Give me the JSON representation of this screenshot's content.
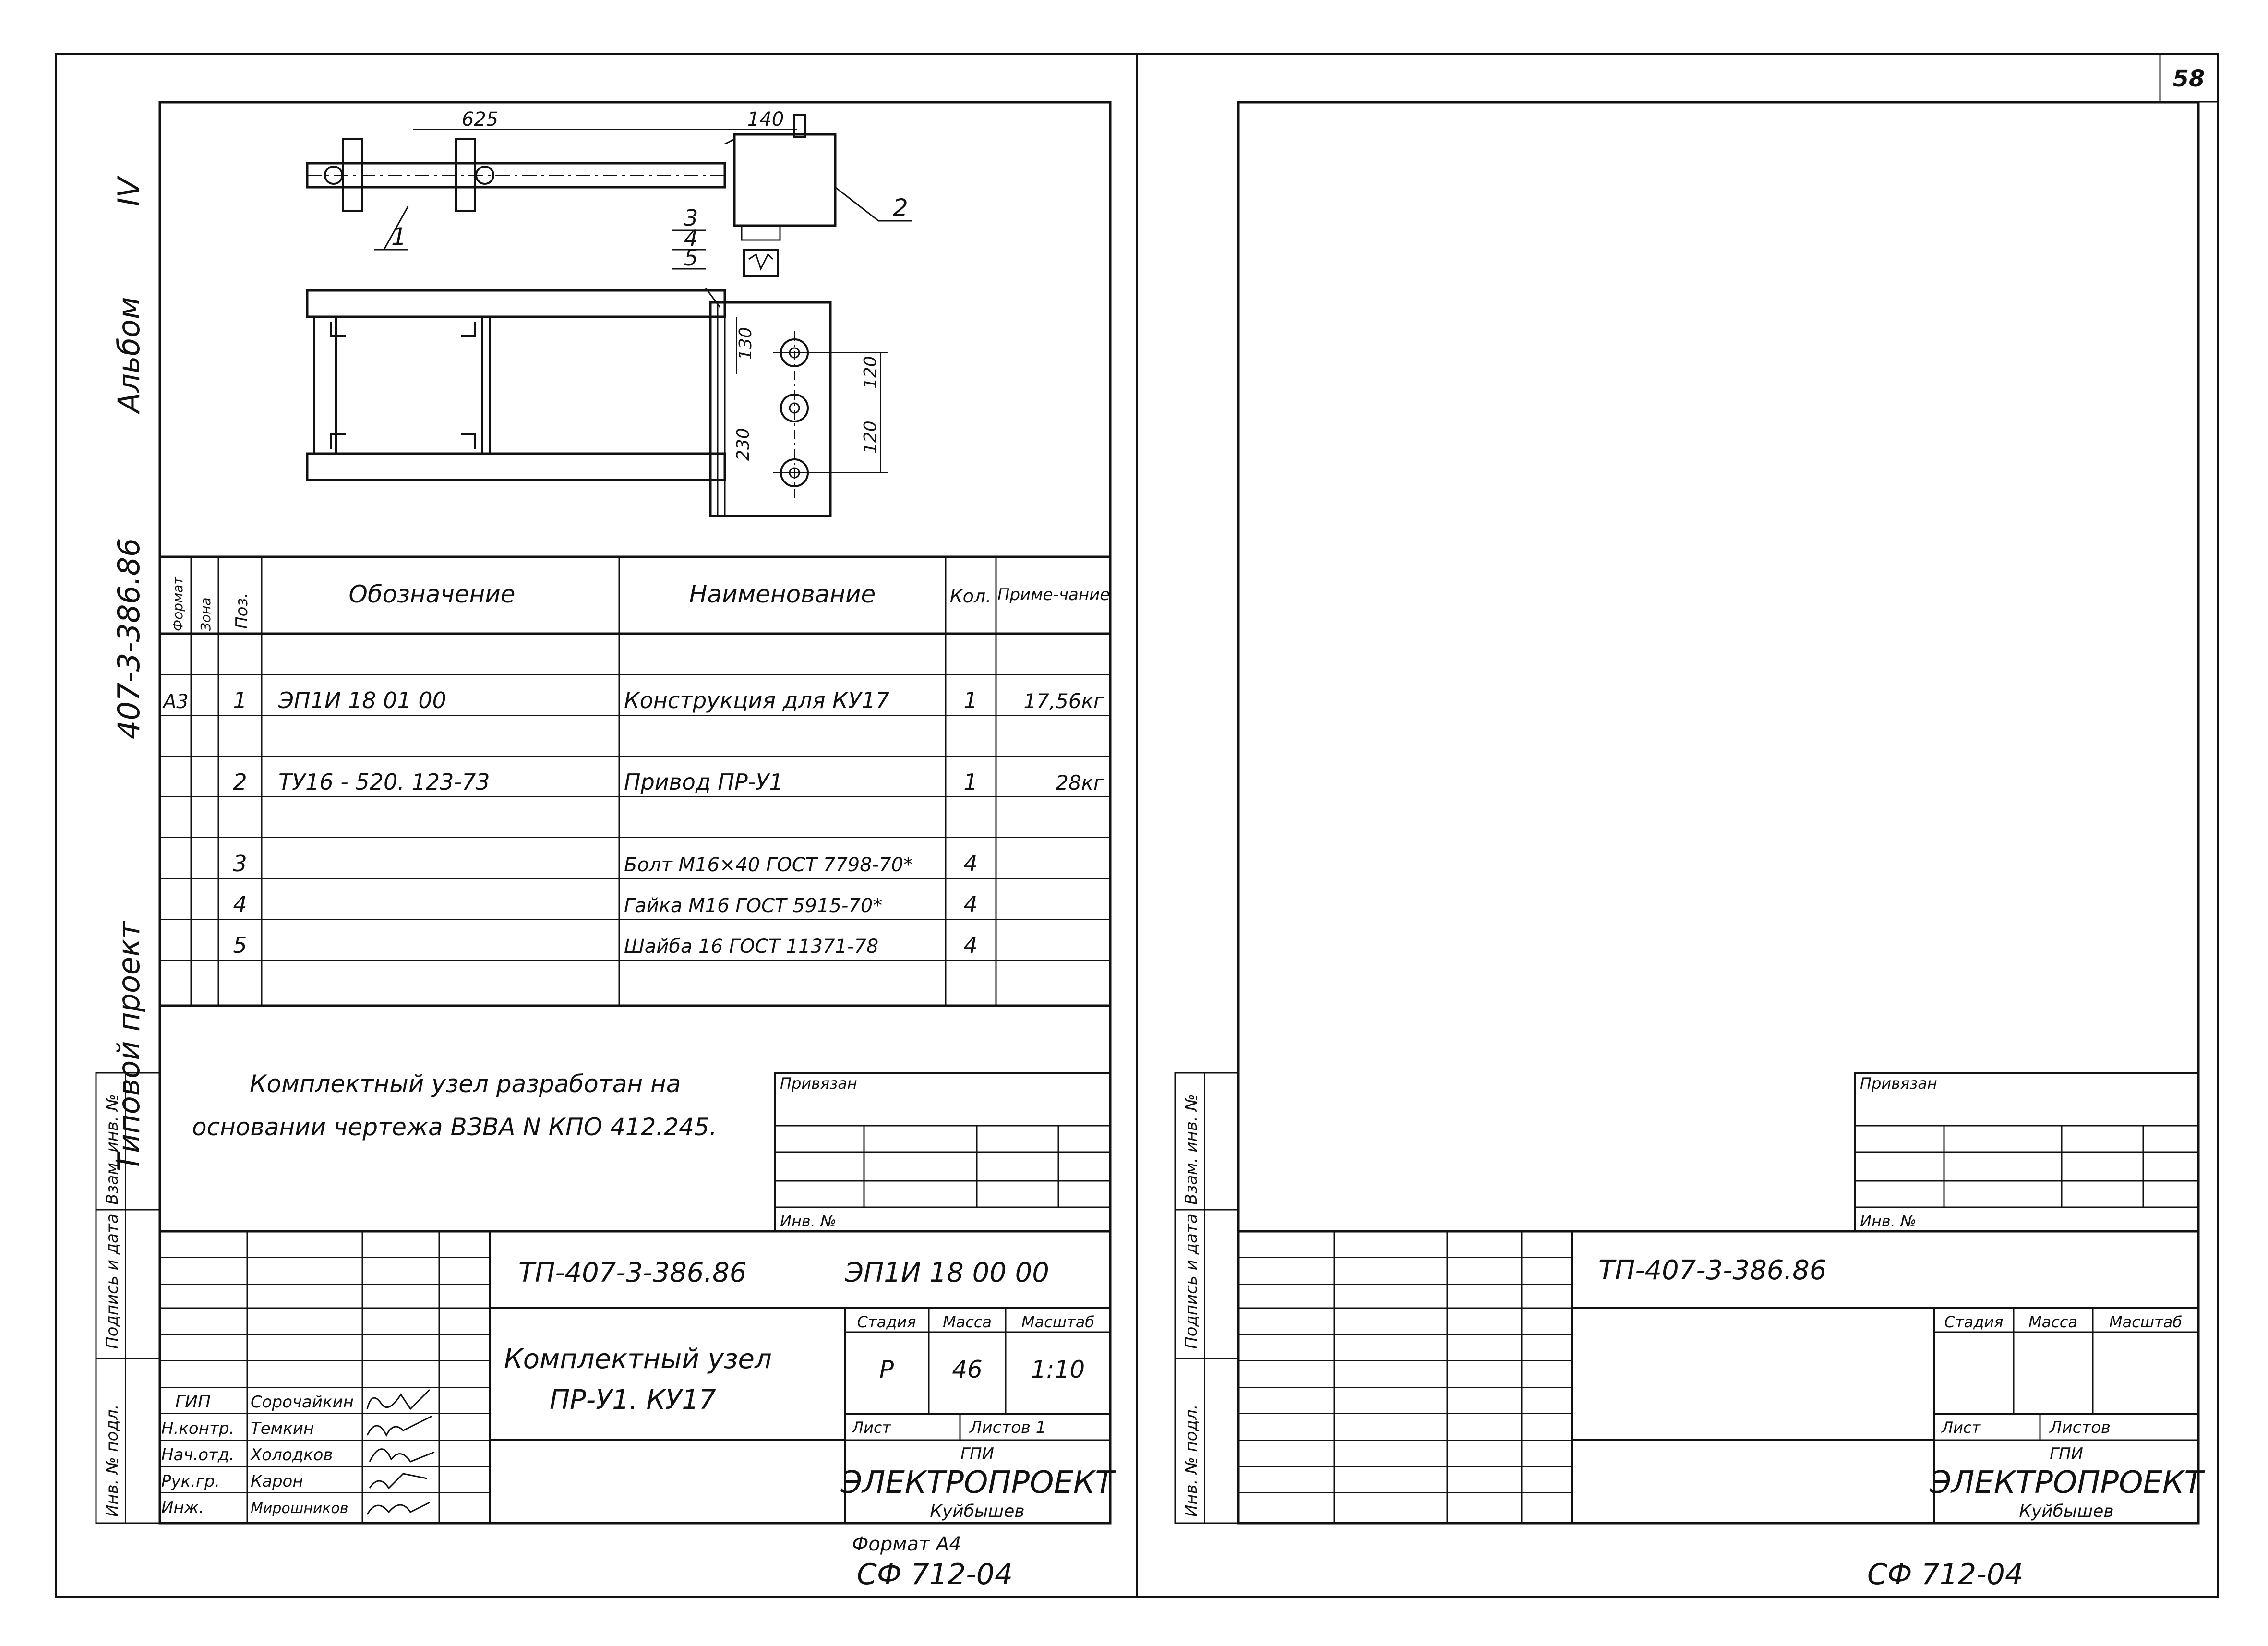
{
  "page_number": "58",
  "side_title": {
    "label": "Типовой проект",
    "code": "407-3-386.86",
    "album_label": "Альбом",
    "album_no": "IV"
  },
  "side_stamp": {
    "inv_vzam": "Взам. инв. №",
    "sign_date": "Подпись и дата",
    "inv_podl": "Инв. № подл."
  },
  "drawing": {
    "dim_625": "625",
    "dim_140": "140",
    "dim_130": "130",
    "dim_230": "230",
    "dim_120a": "120",
    "dim_120b": "120",
    "callout_1": "1",
    "callout_2": "2",
    "callout_3": "3",
    "callout_4": "4",
    "callout_5": "5"
  },
  "spec_table": {
    "headers": {
      "format": "Формат",
      "zone": "Зона",
      "pos": "Поз.",
      "designation": "Обозначение",
      "name": "Наименование",
      "qty": "Кол.",
      "note": "Приме-чание"
    },
    "rows": [
      {
        "format": "",
        "zone": "",
        "pos": "",
        "designation": "",
        "name": "",
        "qty": "",
        "note": ""
      },
      {
        "format": "А3",
        "zone": "",
        "pos": "1",
        "designation": "ЭП1И 18 01 00",
        "name": "Конструкция для КУ17",
        "qty": "1",
        "note": "17,56кг"
      },
      {
        "format": "",
        "zone": "",
        "pos": "",
        "designation": "",
        "name": "",
        "qty": "",
        "note": ""
      },
      {
        "format": "",
        "zone": "",
        "pos": "2",
        "designation": "ТУ16 - 520. 123-73",
        "name": "Привод ПР-У1",
        "qty": "1",
        "note": "28кг"
      },
      {
        "format": "",
        "zone": "",
        "pos": "",
        "designation": "",
        "name": "",
        "qty": "",
        "note": ""
      },
      {
        "format": "",
        "zone": "",
        "pos": "3",
        "designation": "",
        "name": "Болт М16×40 ГОСТ 7798-70*",
        "qty": "4",
        "note": ""
      },
      {
        "format": "",
        "zone": "",
        "pos": "4",
        "designation": "",
        "name": "Гайка М16 ГОСТ 5915-70*",
        "qty": "4",
        "note": ""
      },
      {
        "format": "",
        "zone": "",
        "pos": "5",
        "designation": "",
        "name": "Шайба 16 ГОСТ 11371-78",
        "qty": "4",
        "note": ""
      },
      {
        "format": "",
        "zone": "",
        "pos": "",
        "designation": "",
        "name": "",
        "qty": "",
        "note": ""
      }
    ]
  },
  "note_text": {
    "line1": "Комплектный узел разработан на",
    "line2": "основании чертежа ВЗВА N КПО 412.245."
  },
  "privyazan": "Привязан",
  "inv_no": "Инв. №",
  "title_block_left": {
    "project_code": "ТП-407-3-386.86",
    "doc_code": "ЭП1И 18 00 00",
    "title_line1": "Комплектный узел",
    "title_line2": "ПР-У1. КУ17",
    "stage_label": "Стадия",
    "mass_label": "Масса",
    "scale_label": "Масштаб",
    "stage": "Р",
    "mass": "46",
    "scale": "1:10",
    "sheet_label": "Лист",
    "sheets_label": "Листов 1",
    "org_top": "ГПИ",
    "org_name": "ЭЛЕКТРОПРОЕКТ",
    "org_city": "Куйбышев",
    "roles": [
      {
        "role": "ГИП",
        "name": "Сорочайкин"
      },
      {
        "role": "Н.контр.",
        "name": "Темкин"
      },
      {
        "role": "Нач.отд.",
        "name": "Холодков"
      },
      {
        "role": "Рук.гр.",
        "name": "Карон"
      },
      {
        "role": "Инж.",
        "name": "Мирошников"
      }
    ]
  },
  "title_block_right": {
    "project_code": "ТП-407-3-386.86",
    "stage_label": "Стадия",
    "mass_label": "Масса",
    "scale_label": "Масштаб",
    "sheet_label": "Лист",
    "sheets_label": "Листов",
    "org_top": "ГПИ",
    "org_name": "ЭЛЕКТРОПРОЕКТ",
    "org_city": "Куйбышев"
  },
  "format_label": "Формат А4",
  "sf_left": "СФ 712-04",
  "sf_right": "СФ 712-04"
}
